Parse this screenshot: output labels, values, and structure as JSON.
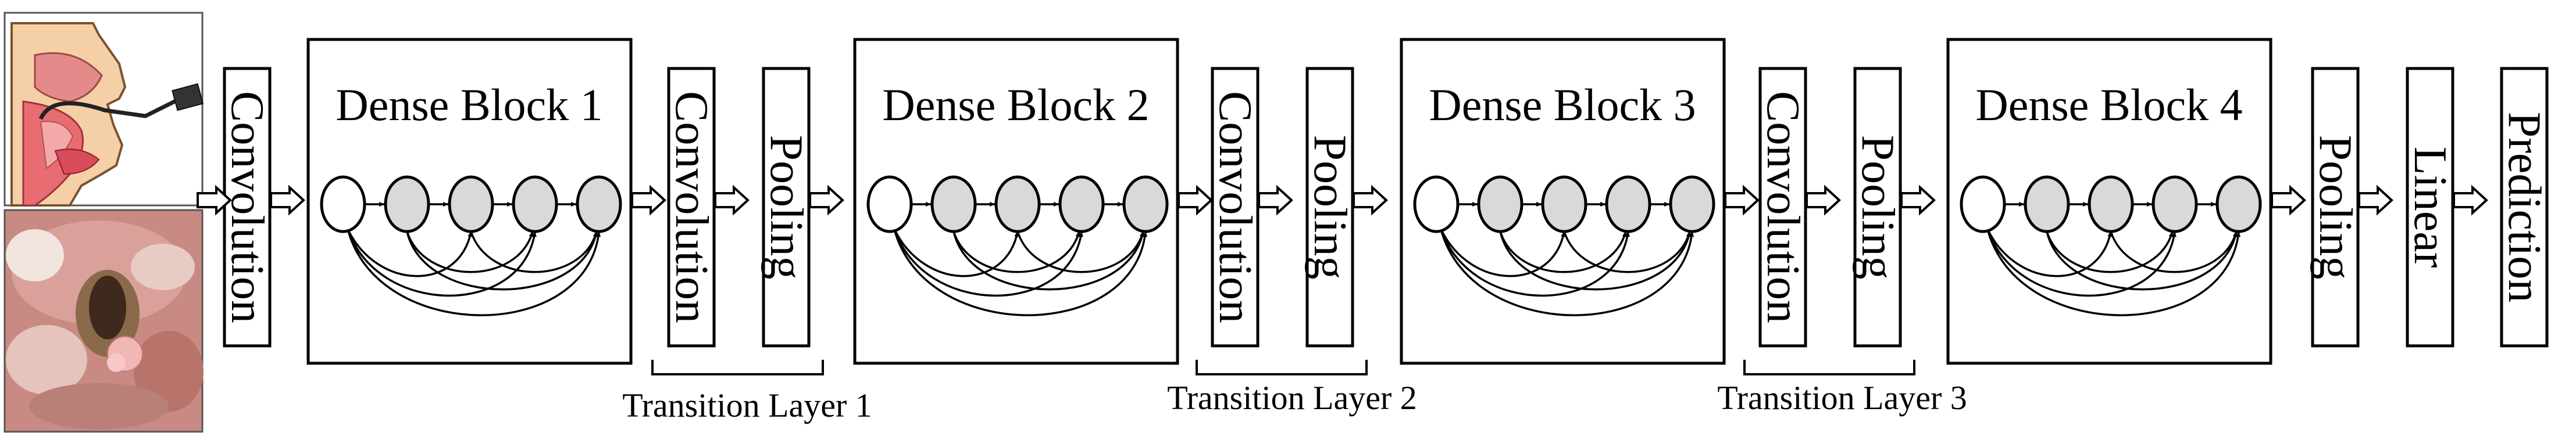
{
  "input": {
    "illustration": "laryngoscopy-illustration",
    "photo": "endoscopic-larynx-image"
  },
  "stages": {
    "conv1": "Convolution",
    "dense_blocks": [
      "Dense Block 1",
      "Dense Block 2",
      "Dense Block 3",
      "Dense Block 4"
    ],
    "transitions": [
      {
        "conv": "Convolution",
        "pool": "Pooling",
        "label": "Transition Layer 1"
      },
      {
        "conv": "Convolution",
        "pool": "Pooling",
        "label": "Transition Layer 2"
      },
      {
        "conv": "Convolution",
        "pool": "Pooling",
        "label": "Transition Layer 3"
      }
    ],
    "final_pool": "Pooling",
    "linear": "Linear",
    "prediction": "Prediction"
  },
  "colors": {
    "node_fill": "#d9d9d9",
    "first_node_fill": "#ffffff",
    "stroke": "#000000"
  }
}
